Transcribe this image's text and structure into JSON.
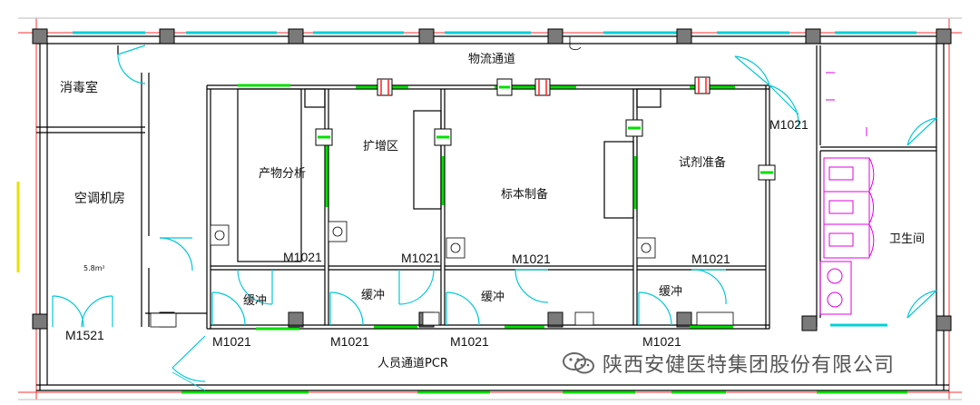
{
  "rooms": {
    "logistics_corridor": "物流通道",
    "disinfection_room": "消毒室",
    "ac_room": "空调机房",
    "ac_room_area": "5.8m²",
    "product_analysis": "产物分析",
    "amplification": "扩增区",
    "specimen_prep": "标本制备",
    "reagent_prep": "试剂准备",
    "buffer": "缓冲",
    "staff_corridor": "人员通道PCR",
    "restroom": "卫生间"
  },
  "doors": {
    "m1021": "M1021",
    "m1521": "M1521"
  },
  "watermark": {
    "text": "陕西安健医特集团股份有限公司",
    "icon": "wechat-icon"
  },
  "colors": {
    "wall": "#000000",
    "door_swing": "#00c8d8",
    "window": "#00e000",
    "restroom_fixture": "#e000e0",
    "axis_line": "#ff0000",
    "column": "#808080"
  }
}
